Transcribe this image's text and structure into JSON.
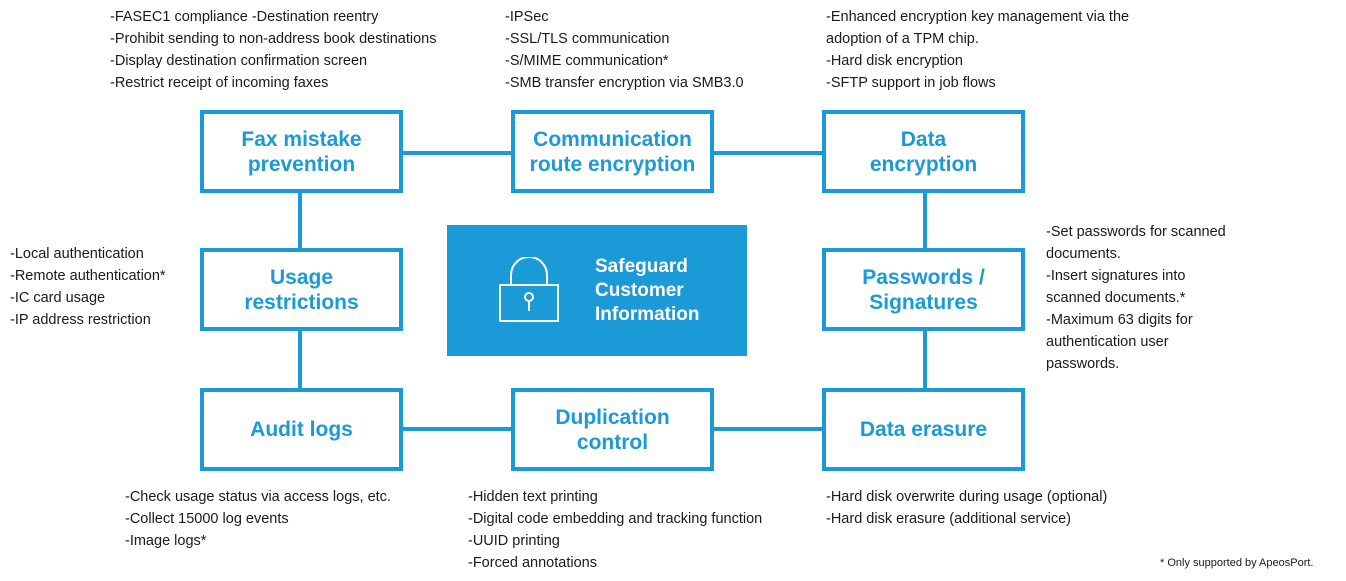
{
  "center": {
    "title": "Safeguard\nCustomer\nInformation",
    "icon": "padlock-icon"
  },
  "colors": {
    "accent": "#1a9ad6",
    "text": "#1a1a1a"
  },
  "boxes": {
    "fax": "Fax mistake\nprevention",
    "comm": "Communication\nroute encryption",
    "data_enc": "Data\nencryption",
    "usage": "Usage\nrestrictions",
    "pass": "Passwords /\nSignatures",
    "audit": "Audit logs",
    "dup": "Duplication\ncontrol",
    "erase": "Data erasure"
  },
  "notes": {
    "fax": [
      "-FASEC1 compliance   -Destination reentry",
      "-Prohibit sending to non-address book destinations",
      "-Display destination confirmation screen",
      "-Restrict receipt of incoming faxes"
    ],
    "comm": [
      "-IPSec",
      "-SSL/TLS communication",
      "-S/MIME communication*",
      "-SMB transfer encryption via SMB3.0"
    ],
    "data_enc": [
      "-Enhanced encryption key management via the\n  adoption of a TPM chip.",
      "-Hard disk encryption",
      "-SFTP support in job flows"
    ],
    "usage": [
      "-Local authentication",
      "-Remote authentication*",
      "-IC card usage",
      "-IP address restriction"
    ],
    "pass": [
      "-Set passwords for scanned\n  documents.",
      "-Insert signatures into\n  scanned documents.*",
      "-Maximum 63 digits for\n  authentication user\n  passwords."
    ],
    "audit": [
      "-Check usage status via access logs, etc.",
      "-Collect 15000 log events",
      "-Image logs*"
    ],
    "dup": [
      "-Hidden text printing",
      "-Digital code embedding and tracking function",
      "-UUID printing",
      "-Forced annotations"
    ],
    "erase": [
      "-Hard disk overwrite during usage (optional)",
      "-Hard disk erasure (additional service)"
    ]
  },
  "footnote": "* Only supported by ApeosPort."
}
